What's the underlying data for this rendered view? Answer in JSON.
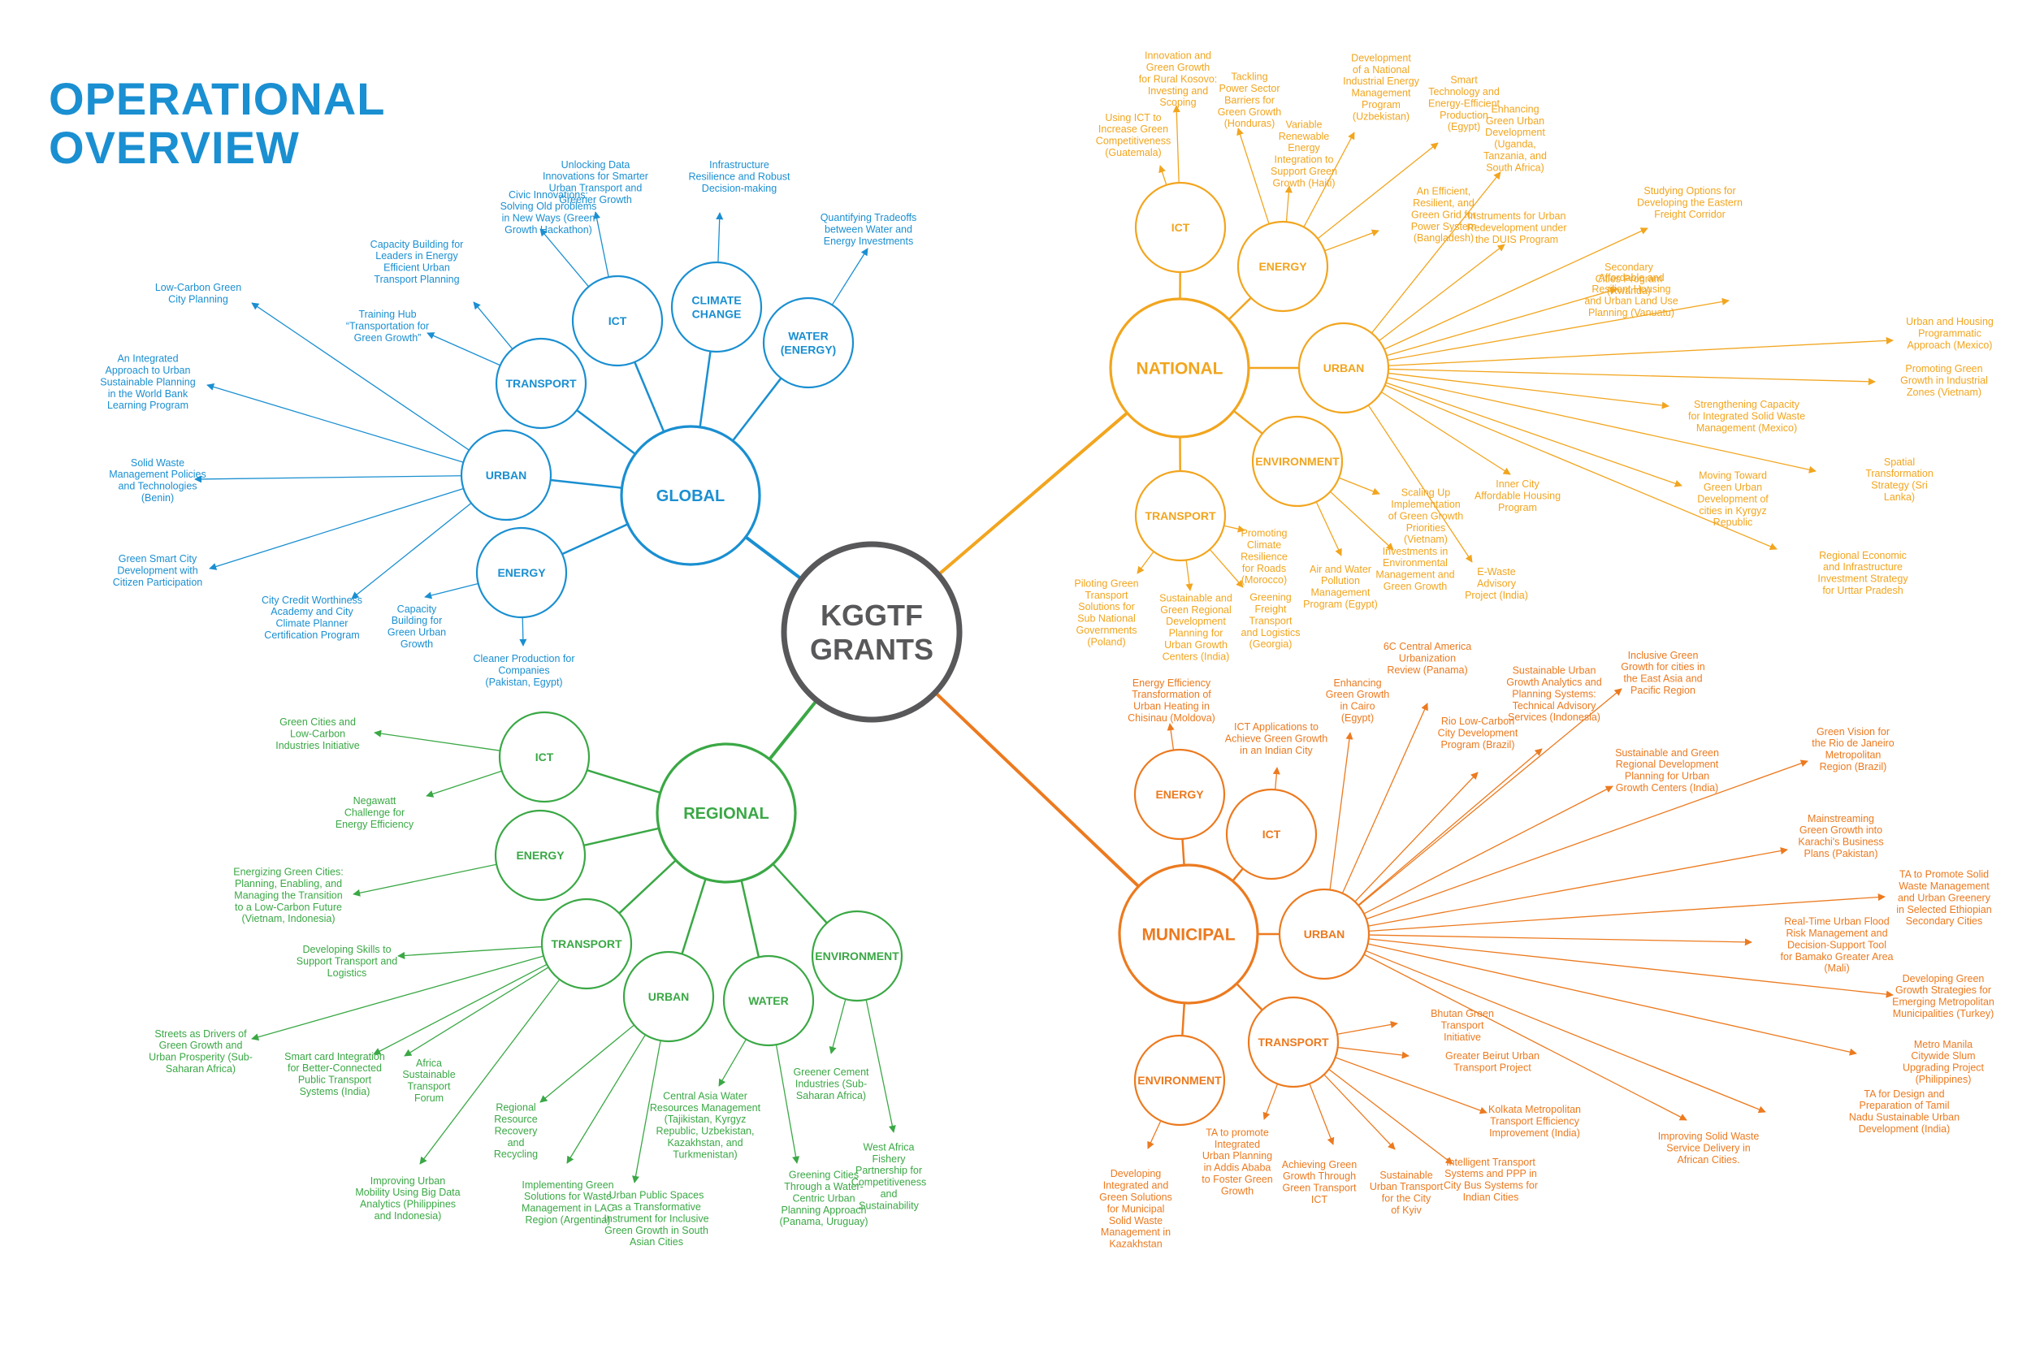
{
  "title": {
    "line1": "OPERATIONAL",
    "line2": "OVERVIEW"
  },
  "colors": {
    "global": "#1a8fd1",
    "national": "#f2a51e",
    "municipal": "#ec7a1f",
    "regional": "#3aa845",
    "center": "#58585a",
    "title": "#1a8fd1"
  },
  "center": {
    "line1": "KGGTF",
    "line2": "GRANTS"
  },
  "groups": [
    {
      "id": "global",
      "label": "GLOBAL",
      "categories": [
        {
          "id": "ict",
          "label": [
            "ICT"
          ],
          "leaves": [
            [
              "Civic Innovations:",
              "Solving Old problems",
              "in New Ways (Green",
              "Growth Hackathon)"
            ],
            [
              "Unlocking Data",
              "Innovations for Smarter",
              "Urban Transport and",
              "Greener Growth"
            ]
          ]
        },
        {
          "id": "climate",
          "label": [
            "CLIMATE",
            "CHANGE"
          ],
          "leaves": [
            [
              "Infrastructure",
              "Resilience and Robust",
              "Decision-making"
            ]
          ]
        },
        {
          "id": "water",
          "label": [
            "WATER",
            "(ENERGY)"
          ],
          "leaves": [
            [
              "Quantifying Tradeoffs",
              "between Water and",
              "Energy Investments"
            ]
          ]
        },
        {
          "id": "transport",
          "label": [
            "TRANSPORT"
          ],
          "leaves": [
            [
              "Capacity Building for",
              "Leaders in Energy",
              "Efficient Urban",
              "Transport Planning"
            ],
            [
              "Training Hub",
              "“Transportation for",
              "Green Growth”"
            ]
          ]
        },
        {
          "id": "urban",
          "label": [
            "URBAN"
          ],
          "leaves": [
            [
              "Low-Carbon Green",
              "City Planning"
            ],
            [
              "An Integrated",
              "Approach to Urban",
              "Sustainable Planning",
              "in the World Bank",
              "Learning Program"
            ],
            [
              "Solid Waste",
              "Management Policies",
              "and Technologies",
              "(Benin)"
            ],
            [
              "Green Smart City",
              "Development with",
              "Citizen Participation"
            ],
            [
              "City Credit Worthiness",
              "Academy and City",
              "Climate Planner",
              "Certification Program"
            ]
          ]
        },
        {
          "id": "energy",
          "label": [
            "ENERGY"
          ],
          "leaves": [
            [
              "Capacity",
              "Building for",
              "Green Urban",
              "Growth"
            ],
            [
              "Cleaner Production for",
              "Companies",
              "(Pakistan, Egypt)"
            ]
          ]
        }
      ]
    },
    {
      "id": "national",
      "label": "NATIONAL",
      "categories": [
        {
          "id": "ict",
          "label": [
            "ICT"
          ],
          "leaves": [
            [
              "Using ICT to",
              "Increase Green",
              "Competitiveness",
              "(Guatemala)"
            ],
            [
              "Innovation and",
              "Green Growth",
              "for Rural Kosovo:",
              "Investing and",
              "Scoping"
            ]
          ]
        },
        {
          "id": "energy",
          "label": [
            "ENERGY"
          ],
          "leaves": [
            [
              "Tackling",
              "Power Sector",
              "Barriers for",
              "Green Growth",
              "(Honduras)"
            ],
            [
              "Variable",
              "Renewable",
              "Energy",
              "Integration to",
              "Support Green",
              "Growth (Haiti)"
            ],
            [
              "Development",
              "of a National",
              "Industrial Energy",
              "Management",
              "Program",
              "(Uzbekistan)"
            ],
            [
              "Smart",
              "Technology and",
              "Energy-Efficient",
              "Production",
              "(Egypt)"
            ],
            [
              "An Efficient,",
              "Resilient, and",
              "Green Grid for",
              "Power System",
              "(Bangladesh)"
            ]
          ]
        },
        {
          "id": "urban",
          "label": [
            "URBAN"
          ],
          "leaves": [
            [
              "Enhancing",
              "Green Urban",
              "Development",
              "(Uganda,",
              "Tanzania, and",
              "South Africa)"
            ],
            [
              "Instruments for Urban",
              "Redevelopment under",
              "the DUIS Program"
            ],
            [
              "Studying Options for",
              "Developing the Eastern",
              "Freight Corridor"
            ],
            [
              "Secondary",
              "Cities Program",
              "(Rwanda)"
            ],
            [
              "Affordable and",
              "Resilient Housing",
              "and Urban Land Use",
              "Planning (Vanuatu)"
            ],
            [
              "Urban and Housing",
              "Programmatic",
              "Approach (Mexico)"
            ],
            [
              "Promoting Green",
              "Growth in Industrial",
              "Zones (Vietnam)"
            ],
            [
              "Strengthening Capacity",
              "for Integrated Solid Waste",
              "Management (Mexico)"
            ],
            [
              "Spatial",
              "Transformation",
              "Strategy (Sri",
              "Lanka)"
            ],
            [
              "Moving Toward",
              "Green Urban",
              "Development of",
              "cities in Kyrgyz",
              "Republic"
            ],
            [
              "Regional Economic",
              "and Infrastructure",
              "Investment Strategy",
              "for Urttar Pradesh"
            ],
            [
              "Inner City",
              "Affordable Housing",
              "Program"
            ],
            [
              "E-Waste",
              "Advisory",
              "Project (India)"
            ]
          ]
        },
        {
          "id": "environment",
          "label": [
            "ENVIRONMENT"
          ],
          "leaves": [
            [
              "Scaling Up",
              "Implementation",
              "of Green Growth",
              "Priorities",
              "(Vietnam)"
            ],
            [
              "Investments in",
              "Environmental",
              "Management and",
              "Green Growth"
            ],
            [
              "Air and Water",
              "Pollution",
              "Management",
              "Program (Egypt)"
            ]
          ]
        },
        {
          "id": "transport",
          "label": [
            "TRANSPORT"
          ],
          "leaves": [
            [
              "Promoting",
              "Climate",
              "Resilience",
              "for Roads",
              "(Morocco)"
            ],
            [
              "Greening",
              "Freight",
              "Transport",
              "and Logistics",
              "(Georgia)"
            ],
            [
              "Sustainable and",
              "Green Regional",
              "Development",
              "Planning for",
              "Urban Growth",
              "Centers (India)"
            ],
            [
              "Piloting Green",
              "Transport",
              "Solutions for",
              "Sub National",
              "Governments",
              "(Poland)"
            ]
          ]
        }
      ]
    },
    {
      "id": "regional",
      "label": "REGIONAL",
      "categories": [
        {
          "id": "ict",
          "label": [
            "ICT"
          ],
          "leaves": [
            [
              "Green Cities and",
              "Low-Carbon",
              "Industries Initiative"
            ],
            [
              "Negawatt",
              "Challenge for",
              "Energy Efficiency"
            ]
          ]
        },
        {
          "id": "energy",
          "label": [
            "ENERGY"
          ],
          "leaves": [
            [
              "Energizing Green Cities:",
              "Planning, Enabling, and",
              "Managing the Transition",
              "to a Low-Carbon Future",
              "(Vietnam, Indonesia)"
            ]
          ]
        },
        {
          "id": "transport",
          "label": [
            "TRANSPORT"
          ],
          "leaves": [
            [
              "Developing Skills to",
              "Support Transport and",
              "Logistics"
            ],
            [
              "Streets as Drivers of",
              "Green Growth and",
              "Urban Prosperity (Sub-",
              "Saharan Africa)"
            ],
            [
              "Smart card Integration",
              "for Better-Connected",
              "Public Transport",
              "Systems (India)"
            ],
            [
              "Africa",
              "Sustainable",
              "Transport",
              "Forum"
            ],
            [
              "Improving Urban",
              "Mobility Using Big Data",
              "Analytics (Philippines",
              "and Indonesia)"
            ]
          ]
        },
        {
          "id": "urban",
          "label": [
            "URBAN"
          ],
          "leaves": [
            [
              "Regional",
              "Resource",
              "Recovery",
              "and",
              "Recycling"
            ],
            [
              "Implementing Green",
              "Solutions for Waste",
              "Management in LAC",
              "Region (Argentina)"
            ],
            [
              "Urban Public Spaces",
              "as a Transformative",
              "Instrument for Inclusive",
              "Green Growth in South",
              "Asian Cities"
            ]
          ]
        },
        {
          "id": "water",
          "label": [
            "WATER"
          ],
          "leaves": [
            [
              "Central Asia Water",
              "Resources Management",
              "(Tajikistan, Kyrgyz",
              "Republic, Uzbekistan,",
              "Kazakhstan, and",
              "Turkmenistan)"
            ],
            [
              "Greening Cities",
              "Through a Water-",
              "Centric Urban",
              "Planning Approach",
              "(Panama, Uruguay)"
            ]
          ]
        },
        {
          "id": "environment",
          "label": [
            "ENVIRONMENT"
          ],
          "leaves": [
            [
              "Greener Cement",
              "Industries (Sub-",
              "Saharan Africa)"
            ],
            [
              "West Africa",
              "Fishery",
              "Partnership for",
              "Competitiveness",
              "and",
              "Sustainability"
            ]
          ]
        }
      ]
    },
    {
      "id": "municipal",
      "label": "MUNICIPAL",
      "categories": [
        {
          "id": "energy",
          "label": [
            "ENERGY"
          ],
          "leaves": [
            [
              "Energy Efficiency",
              "Transformation of",
              "Urban Heating in",
              "Chisinau (Moldova)"
            ]
          ]
        },
        {
          "id": "ict",
          "label": [
            "ICT"
          ],
          "leaves": [
            [
              "ICT Applications to",
              "Achieve Green Growth",
              "in an Indian City"
            ]
          ]
        },
        {
          "id": "urban",
          "label": [
            "URBAN"
          ],
          "leaves": [
            [
              "Enhancing",
              "Green Growth",
              "in Cairo",
              "(Egypt)"
            ],
            [
              "6C Central America",
              "Urbanization",
              "Review (Panama)"
            ],
            [
              "Rio Low-Carbon",
              "City Development",
              "Program (Brazil)"
            ],
            [
              "Sustainable Urban",
              "Growth Analytics and",
              "Planning Systems:",
              "Technical Advisory",
              "Services (Indonesia)"
            ],
            [
              "Inclusive Green",
              "Growth for cities in",
              "the East Asia and",
              "Pacific Region"
            ],
            [
              "Sustainable and Green",
              "Regional Development",
              "Planning for Urban",
              "Growth Centers (India)"
            ],
            [
              "Green Vision for",
              "the Rio de Janeiro",
              "Metropolitan",
              "Region (Brazil)"
            ],
            [
              "Mainstreaming",
              "Green Growth into",
              "Karachi's Business",
              "Plans (Pakistan)"
            ],
            [
              "TA to Promote Solid",
              "Waste Management",
              "and Urban Greenery",
              "in Selected Ethiopian",
              "Secondary Cities"
            ],
            [
              "Real-Time Urban Flood",
              "Risk Management and",
              "Decision-Support Tool",
              "for Bamako Greater Area",
              "(Mali)"
            ],
            [
              "Developing Green",
              "Growth Strategies for",
              "Emerging Metropolitan",
              "Municipalities (Turkey)"
            ],
            [
              "Metro Manila",
              "Citywide Slum",
              "Upgrading Project",
              "(Philippines)"
            ],
            [
              "TA for Design and",
              "Preparation of Tamil",
              "Nadu Sustainable Urban",
              "Development (India)"
            ],
            [
              "Improving Solid Waste",
              "Service Delivery in",
              "African Cities."
            ]
          ]
        },
        {
          "id": "transport",
          "label": [
            "TRANSPORT"
          ],
          "leaves": [
            [
              "Bhutan Green",
              "Transport",
              "Initiative"
            ],
            [
              "Greater Beirut Urban",
              "Transport Project"
            ],
            [
              "Kolkata Metropolitan",
              "Transport Efficiency",
              "Improvement (India)"
            ],
            [
              "Intelligent Transport",
              "Systems and PPP in",
              "City Bus Systems for",
              "Indian Cities"
            ],
            [
              "Sustainable",
              "Urban Transport",
              "for the City",
              "of Kyiv"
            ],
            [
              "Achieving Green",
              "Growth Through",
              "Green Transport",
              "ICT"
            ],
            [
              "TA to promote",
              "Integrated",
              "Urban Planning",
              "in Addis Ababa",
              "to Foster Green",
              "Growth"
            ]
          ]
        },
        {
          "id": "environment",
          "label": [
            "ENVIRONMENT"
          ],
          "leaves": [
            [
              "Developing",
              "Integrated and",
              "Green Solutions",
              "for Municipal",
              "Solid Waste",
              "Management in",
              "Kazakhstan"
            ]
          ]
        }
      ]
    }
  ]
}
